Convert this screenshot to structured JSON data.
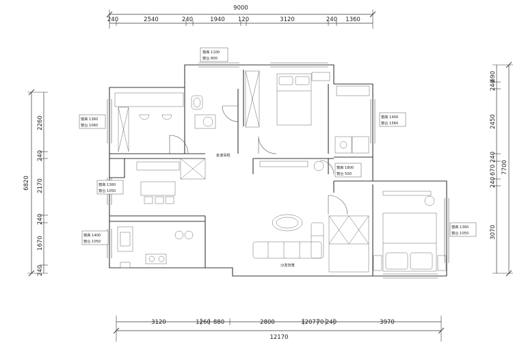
{
  "dimensions": {
    "top_total": "9000",
    "top_segments": [
      "240",
      "2540",
      "240",
      "1940",
      "120",
      "3120",
      "240",
      "1360"
    ],
    "bottom_segments": [
      "3120",
      "1260",
      "880",
      "2800",
      "1207",
      "70",
      "240",
      "3970"
    ],
    "bottom_total": "12170",
    "left_total": "6820",
    "left_segments": [
      "2260",
      "240",
      "2170",
      "240",
      "1670",
      "240"
    ],
    "right_total": "7700",
    "right_segments": [
      "690",
      "240",
      "2450",
      "240",
      "670",
      "240",
      "3070"
    ]
  },
  "window_labels": [
    {
      "id": "top-window",
      "height": "窗高 1100",
      "sill": "窗台 800"
    },
    {
      "id": "left-bedroom-window",
      "height": "窗高 1360",
      "sill": "窗台 1060"
    },
    {
      "id": "right-room-window",
      "height": "窗高 1400",
      "sill": "窗台 1560"
    },
    {
      "id": "dining-window",
      "height": "窗高 1360",
      "sill": "窗台 1050"
    },
    {
      "id": "middle-window",
      "height": "窗高 1800",
      "sill": "窗台 500"
    },
    {
      "id": "kitchen-window",
      "height": "窗高 1400",
      "sill": "窗台 1050"
    },
    {
      "id": "right-bedroom-window",
      "height": "窗高 1360",
      "sill": "窗台 1050"
    }
  ],
  "annotations": {
    "hallway_note": "走道吊柜",
    "sofa_note": "沙发背景"
  }
}
